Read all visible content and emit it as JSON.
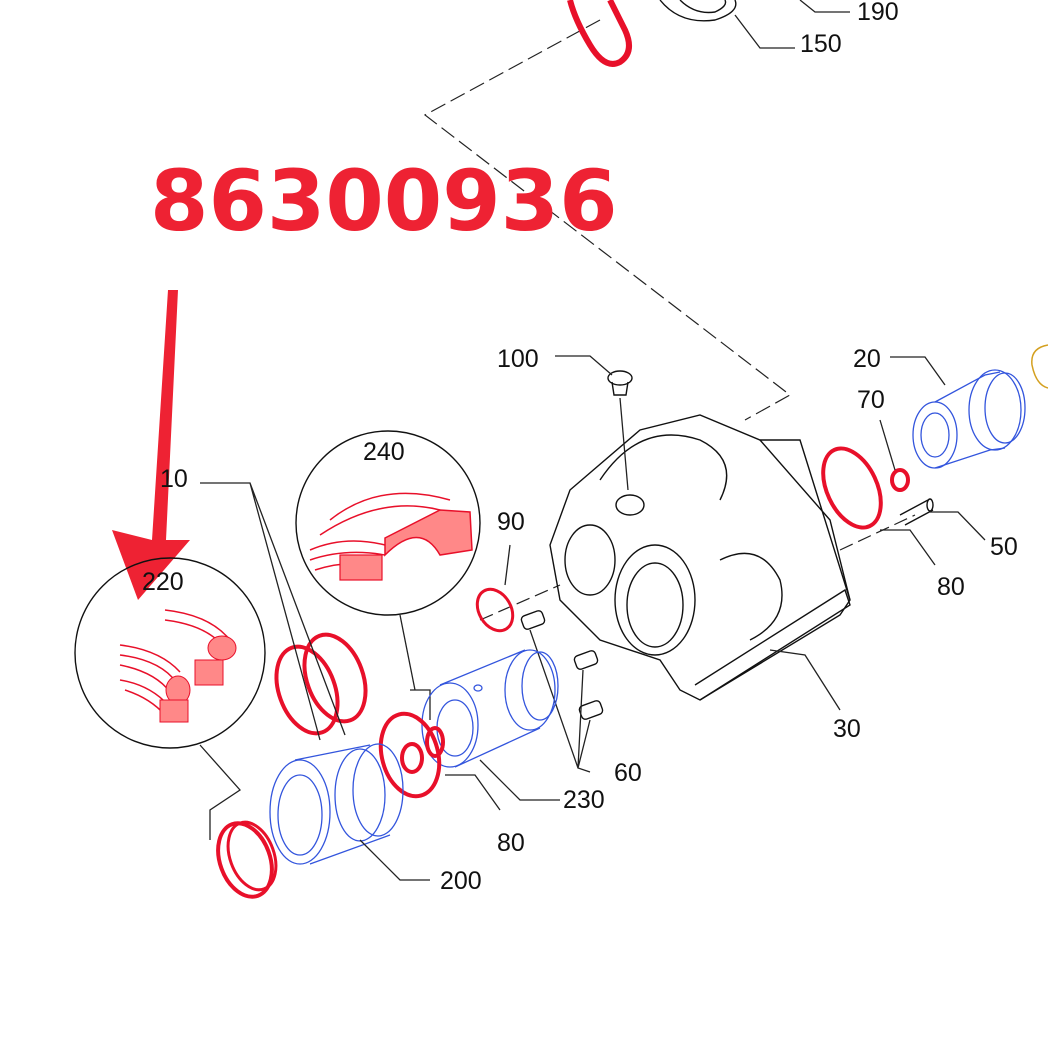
{
  "part_number": "86300936",
  "callouts": {
    "c190": "190",
    "c150": "150",
    "c100": "100",
    "c20": "20",
    "c70": "70",
    "c50": "50",
    "c80a": "80",
    "c240": "240",
    "c90": "90",
    "c10": "10",
    "c220": "220",
    "c30": "30",
    "c60": "60",
    "c230": "230",
    "c80b": "80",
    "c200": "200"
  },
  "colors": {
    "highlight": "#e8102a",
    "arrow": "#ee2233",
    "part_blue": "#3355dd"
  }
}
